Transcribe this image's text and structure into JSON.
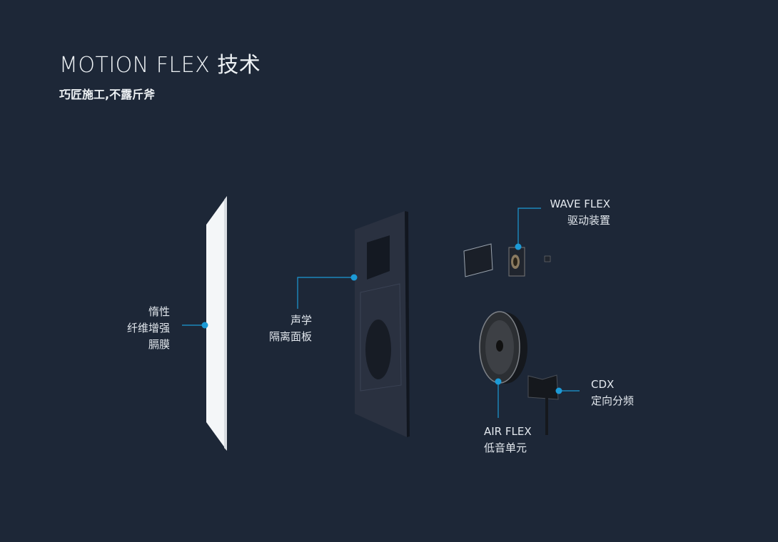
{
  "header": {
    "title": "MOTION FLEX 技术",
    "subtitle": "巧匠施工,不露斤斧"
  },
  "components": [
    {
      "id": "membrane",
      "lines": [
        "惰性",
        "纤维增强",
        "膈膜"
      ]
    },
    {
      "id": "panel",
      "lines": [
        "声学",
        "隔离面板"
      ]
    },
    {
      "id": "wave_flex",
      "lines": [
        "WAVE FLEX",
        "驱动装置"
      ]
    },
    {
      "id": "air_flex",
      "lines": [
        "AIR FLEX",
        "低音单元"
      ]
    },
    {
      "id": "cdx",
      "lines": [
        "CDX",
        "定向分频"
      ]
    }
  ],
  "colors": {
    "background": "#1d2737",
    "accent": "#1c9ad6",
    "text": "#e6ebf0"
  }
}
